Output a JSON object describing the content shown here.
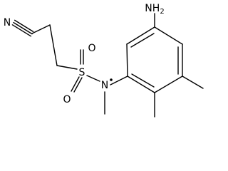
{
  "structure": {
    "atoms": {
      "nitrile_n": "N",
      "sulfur": "S",
      "oxygen_top": "O",
      "oxygen_bottom": "O",
      "amide_n": "N",
      "amine": {
        "element": "N",
        "hydrogen": "H",
        "count": "2"
      }
    },
    "radical_on": "amide_n"
  },
  "colors": {
    "bond": "#000000",
    "text": "#000000",
    "background": "#ffffff"
  }
}
